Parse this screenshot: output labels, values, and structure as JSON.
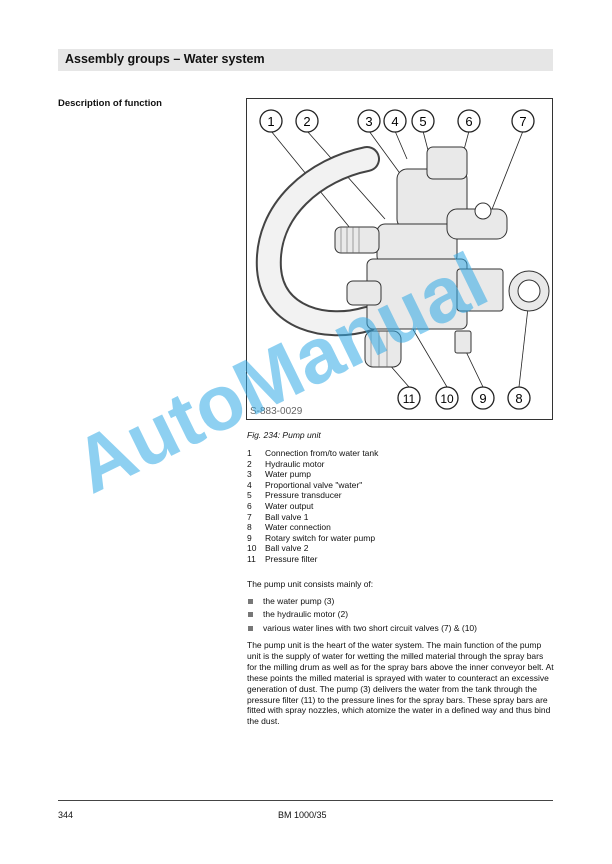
{
  "header": {
    "title": "Assembly groups – Water system"
  },
  "section": {
    "label": "Description of function"
  },
  "figure": {
    "code": "S-883-0029",
    "caption": "Fig.  234: Pump unit",
    "callouts_top": [
      "1",
      "2",
      "3",
      "4",
      "5",
      "6",
      "7"
    ],
    "callouts_bottom": [
      "11",
      "10",
      "9",
      "8"
    ]
  },
  "legend": [
    {
      "num": "1",
      "text": "Connection from/to water tank"
    },
    {
      "num": "2",
      "text": "Hydraulic motor"
    },
    {
      "num": "3",
      "text": "Water pump"
    },
    {
      "num": "4",
      "text": "Proportional valve \"water\""
    },
    {
      "num": "5",
      "text": "Pressure transducer"
    },
    {
      "num": "6",
      "text": "Water output"
    },
    {
      "num": "7",
      "text": "Ball valve 1"
    },
    {
      "num": "8",
      "text": "Water connection"
    },
    {
      "num": "9",
      "text": "Rotary switch for water pump"
    },
    {
      "num": "10",
      "text": "Ball valve 2"
    },
    {
      "num": "11",
      "text": "Pressure filter"
    }
  ],
  "body": {
    "intro": "The pump unit consists mainly of:",
    "bullets": [
      "the water pump (3)",
      "the hydraulic motor (2)",
      "various water lines with two short circuit valves (7) & (10)"
    ],
    "paragraph": "The pump unit is the heart of the water system. The main function of the pump unit is the supply of water for wetting the milled material through the spray bars for the milling drum as well as for the spray bars above the inner conveyor belt. At these points the milled material is sprayed with water to counteract an excessive generation of dust. The pump (3) delivers the water from the tank through the pressure filter (11) to the pressure lines for the spray bars. These spray bars are fitted with spray nozzles, which atomize the water in a defined way and thus bind the dust."
  },
  "footer": {
    "page_number": "344",
    "doc_ref": "BM 1000/35"
  },
  "watermark": {
    "text": "AutoManual"
  }
}
